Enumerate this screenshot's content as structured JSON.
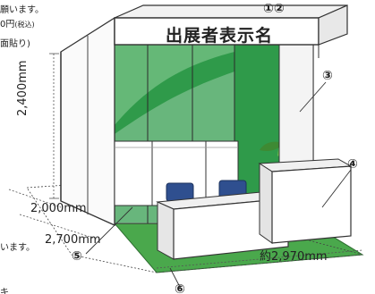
{
  "sign": {
    "exhibitor_name": "出展者表示名"
  },
  "callouts": {
    "c12": "①②",
    "c3": "③",
    "c4": "④",
    "c5": "⑤",
    "c6": "⑥"
  },
  "dimensions": {
    "height": "2,400mm",
    "depth": "2,000mm",
    "width": "2,700mm",
    "approx_width": "約2,970mm"
  },
  "margin_text": {
    "line1": "願います。",
    "line2": "0円",
    "line2_small": "(税込)",
    "line3": "面貼り)",
    "line4": "います。",
    "line5": "キ"
  },
  "colors": {
    "carpet": "#4aa84c",
    "back_wall": "#2f9a4a",
    "panel": "#ffffff",
    "outline": "#333333"
  }
}
